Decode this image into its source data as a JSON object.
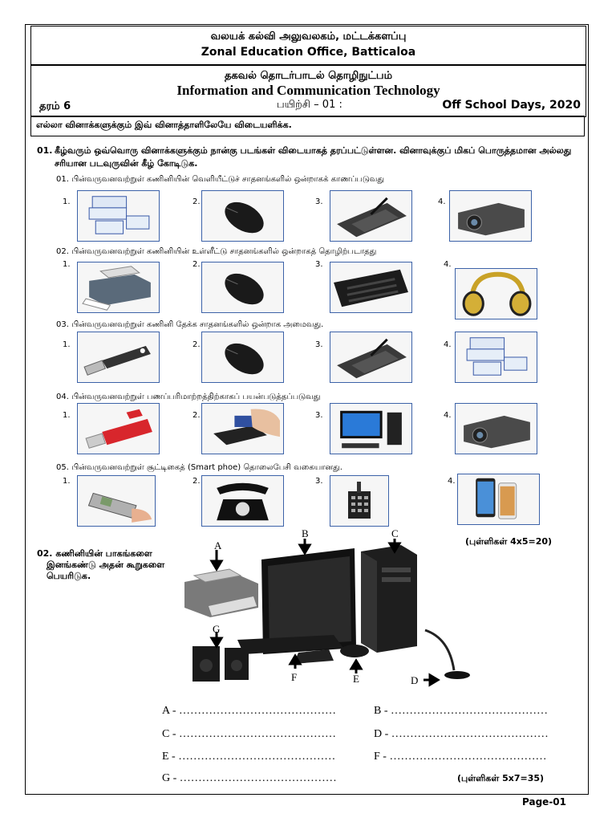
{
  "header": {
    "office_tamil": "வலயக் கல்வி அலுவலகம், மட்டக்களப்பு",
    "office_english": "Zonal Education Office, Batticaloa",
    "subject_tamil": "தகவல் தொடர்பாடல் தொழிநுட்பம்",
    "subject_english": "Information and Communication Technology",
    "grade": "தரம் 6",
    "practice": "பயிற்சி  –  01  :",
    "term": "Off School Days, 2020"
  },
  "instruction": "எல்லா வினாக்களுக்கும் இவ் வினாத்தாளிலேயே விடையளிக்க.",
  "q1": {
    "number": "01.",
    "text": "கீழ்வரும் ஒவ்வொரு வினாக்களுக்கும் நான்கு படங்கள் விடையாகத் தரப்பட்டுள்ளன. வினாவுக்குப் மிகப் பொருத்தமான அல்லது சரியான படவுருவின் கீழ் கோடிடுக.",
    "subs": [
      {
        "label": "01. பின்வருவனவற்றுள் கணினியின் வெளியீட்டுச் சாதனங்களில் ஒன்றாகக் காணப்படுவது",
        "options": [
          "1.",
          "2.",
          "3.",
          "4."
        ],
        "images": [
          "food-containers-icon",
          "mouse-icon",
          "graphics-tablet-icon",
          "projector-icon"
        ]
      },
      {
        "label": "02. பின்வருவனவற்றுள் கணினியின் உள்ளீட்டு சாதனங்களில் ஒன்றாகத் தொழிற்படாதது",
        "options": [
          "1.",
          "2.",
          "3.",
          "4."
        ],
        "images": [
          "printer-icon",
          "mouse-icon",
          "keyboard-icon",
          "headphones-icon"
        ]
      },
      {
        "label": "03. பின்வருவனவற்றுள் கணினி தேக்க சாதனங்களில் ஒன்றாக அமைவது.",
        "options": [
          "1.",
          "2.",
          "3.",
          "4."
        ],
        "images": [
          "usb-drive-icon",
          "mouse-icon",
          "graphics-tablet-icon",
          "food-containers-icon"
        ]
      },
      {
        "label": "04. பின்வருவனவற்றுள் பணப்பரிமாற்றத்திற்காகப் பயன்படுத்தப்படுவது",
        "options": [
          "1.",
          "2.",
          "3.",
          "4."
        ],
        "images": [
          "usb-drive-icon",
          "card-reader-icon",
          "desktop-computer-icon",
          "projector-icon"
        ]
      },
      {
        "label": "05. பின்வருவனவற்றுள் சூட்டிகைத் (Smart phoe) தொலைபேசி வகையானது.",
        "options": [
          "1.",
          "2.",
          "3.",
          "4."
        ],
        "images": [
          "mobile-phone-icon",
          "rotary-phone-icon",
          "handset-icon",
          "smartphones-icon"
        ]
      }
    ],
    "marks": "(புள்ளிகள் 4x5=20)"
  },
  "q2": {
    "number": "02.",
    "line1": "கணினியின் பாகங்களை",
    "line2": "இனங்கண்டு அதன் கூறுகளை",
    "line3": "பெயரிடுக.",
    "labels": {
      "A": "A",
      "B": "B",
      "C": "C",
      "D": "D",
      "E": "E",
      "F": "F",
      "G": "G"
    },
    "answers": [
      "A - ……………………………………",
      "B - ……………………………………",
      "C - ……………………………………",
      "D - ……………………………………",
      "E - ……………………………………",
      "F - ……………………………………",
      "G - ……………………………………"
    ],
    "marks": "(புள்ளிகள் 5x7=35)"
  },
  "footer": {
    "page": "Page-01"
  },
  "colors": {
    "image_border": "#3c62a8"
  }
}
